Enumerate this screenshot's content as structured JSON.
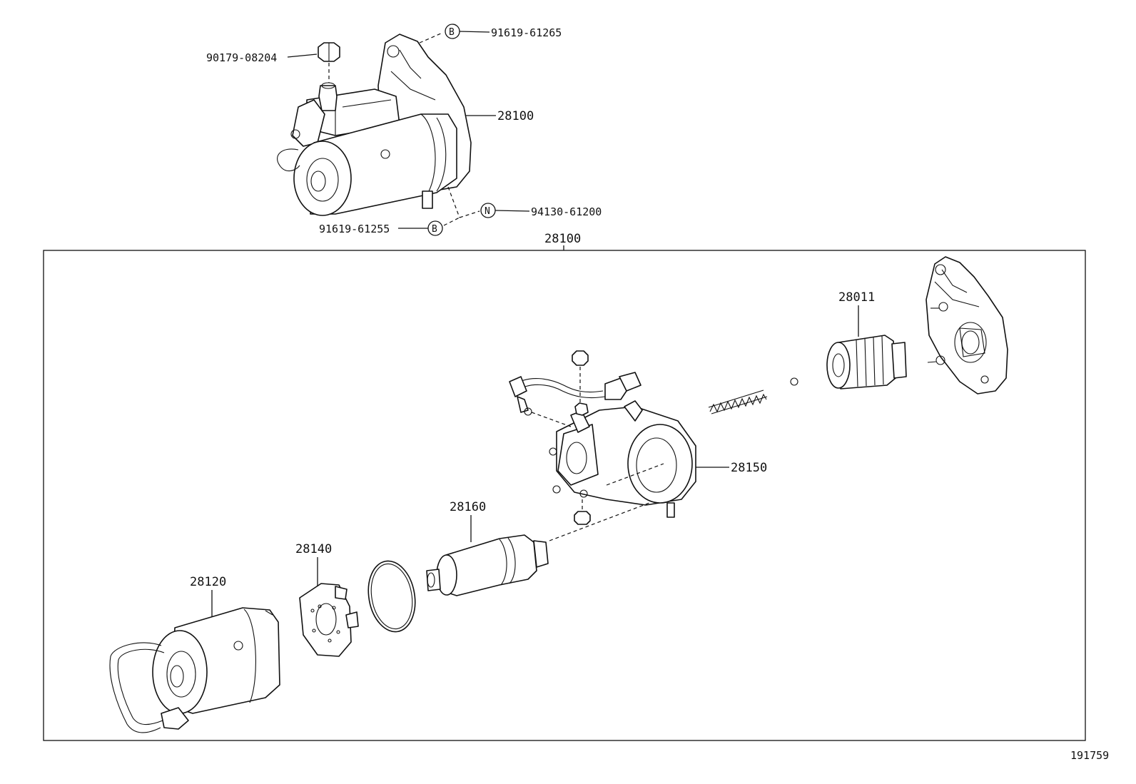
{
  "labels": {
    "nut_top": "90179-08204",
    "bolt_b_top": "91619-61265",
    "starter_top": "28100",
    "nut_n": "94130-61200",
    "bolt_b_bottom": "91619-61255",
    "assembly": "28100",
    "clutch": "28011",
    "housing": "28150",
    "armature": "28160",
    "brush_holder": "28140",
    "yoke": "28120",
    "diagram_number": "191759"
  },
  "symbols": {
    "b_top": "B",
    "b_bottom": "B",
    "n": "N"
  }
}
